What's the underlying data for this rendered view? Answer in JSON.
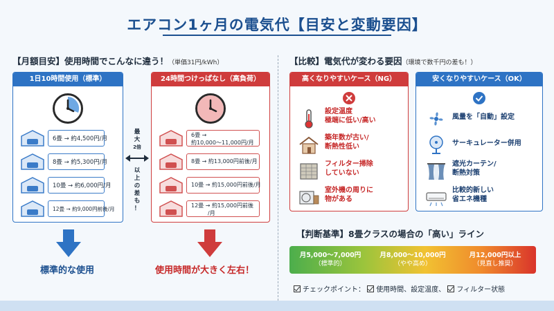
{
  "title": "エアコン1ヶ月の電気代【目安と変動要因】",
  "left": {
    "heading": "【月額目安】使用時間でこんなに違う！",
    "unit_note": "（単価31円/kWh）",
    "standard": {
      "header": "1日10時間使用（標準）",
      "rooms": [
        "6畳 → 約4,500円/月",
        "8畳 → 約5,300円/月",
        "10畳 → 約6,000円/月",
        "12畳 → 約9,000円前後/月"
      ],
      "caption": "標準的な使用",
      "color": "#2e73c4"
    },
    "diff_label": [
      "最",
      "大",
      "2倍",
      "以",
      "上",
      "の",
      "差",
      "も",
      "！"
    ],
    "allday": {
      "header": "24時間つけっぱなし（高負荷）",
      "rooms": [
        [
          "6畳 →",
          "約10,000〜11,000円/月"
        ],
        [
          "8畳 → 約13,000円前後/月"
        ],
        [
          "10畳 → 約15,000円前後/月"
        ],
        [
          "12畳 → 約15,000円前後",
          "/月"
        ]
      ],
      "caption": "使用時間が大きく左右！",
      "color": "#cf3c3c"
    }
  },
  "right": {
    "heading": "【比較】電気代が変わる要因",
    "heading_note": "（環境で数千円の差も！）",
    "ng": {
      "header": "高くなりやすいケース（NG）",
      "items": [
        {
          "icon": "thermometer-icon",
          "lines": [
            "設定温度",
            "極端に低い/高い"
          ]
        },
        {
          "icon": "old-house-icon",
          "lines": [
            "築年数が古い/",
            "断熱性低い"
          ]
        },
        {
          "icon": "filter-icon",
          "lines": [
            "フィルター掃除",
            "していない"
          ]
        },
        {
          "icon": "outdoor-unit-icon",
          "lines": [
            "室外機の周りに",
            "物がある"
          ]
        }
      ]
    },
    "ok": {
      "header": "安くなりやすいケース（OK）",
      "items": [
        {
          "icon": "fan-icon",
          "lines": [
            "風量を「自動」設定"
          ]
        },
        {
          "icon": "circulator-icon",
          "lines": [
            "サーキュレーター併用"
          ]
        },
        {
          "icon": "curtain-icon",
          "lines": [
            "遮光カーテン/",
            "断熱対策"
          ]
        },
        {
          "icon": "aircon-icon",
          "lines": [
            "比較的新しい",
            "省エネ機種"
          ]
        }
      ]
    },
    "criteria_heading": "【判断基準】8畳クラスの場合の「高い」ライン",
    "gauge": [
      {
        "value": "月5,000〜7,000円",
        "note": "（標準的）"
      },
      {
        "value": "月8,000〜10,000円",
        "note": "（やや高め）"
      },
      {
        "value": "月12,000円以上",
        "note": "（見直し推奨）"
      }
    ],
    "checkpoint_label": "チェックポイント：",
    "checkpoints": [
      "使用時間、設定温度、",
      "フィルター状態"
    ]
  }
}
